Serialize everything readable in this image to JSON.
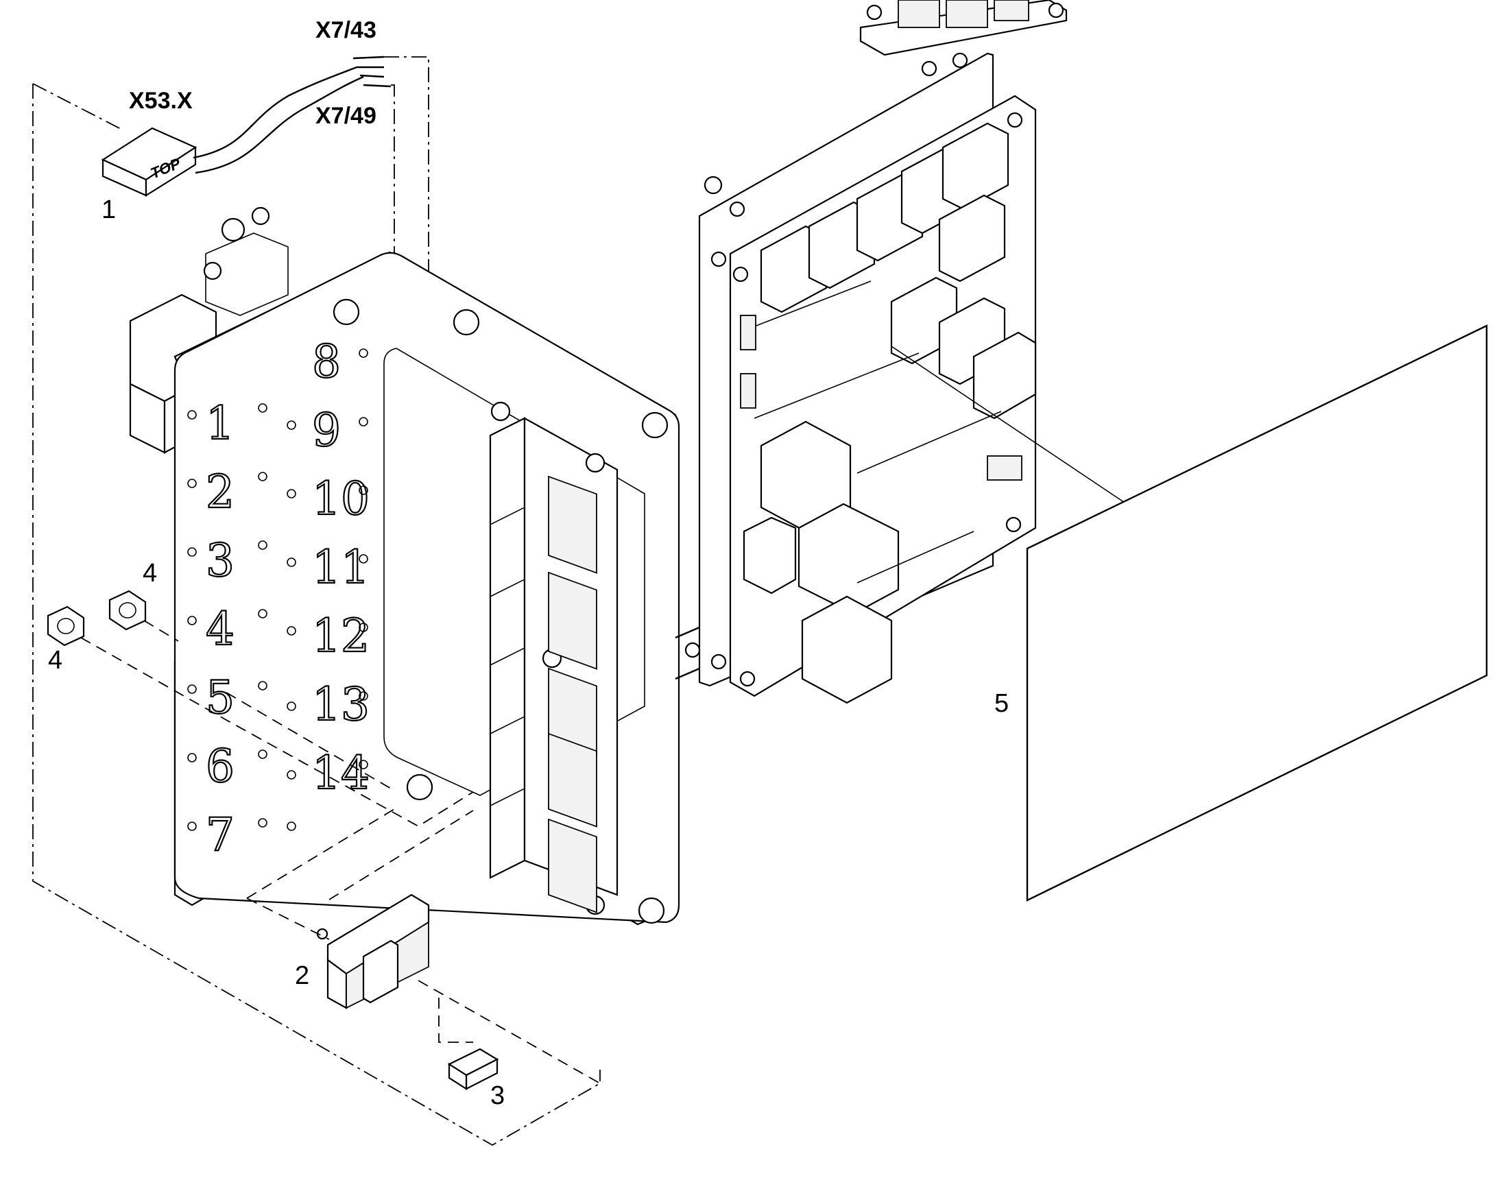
{
  "diagram": {
    "wire_labels": {
      "connector": "X53.X",
      "wire_top": "X7/43",
      "wire_bottom": "X7/49",
      "connector_mark": "TOP"
    },
    "callouts": {
      "item1": "1",
      "item2": "2",
      "item3": "3",
      "item4a": "4",
      "item4b": "4",
      "item5": "5"
    },
    "plate_numbers": [
      "1",
      "2",
      "3",
      "4",
      "5",
      "6",
      "7",
      "8",
      "9",
      "10",
      "11",
      "12",
      "13",
      "14"
    ]
  }
}
